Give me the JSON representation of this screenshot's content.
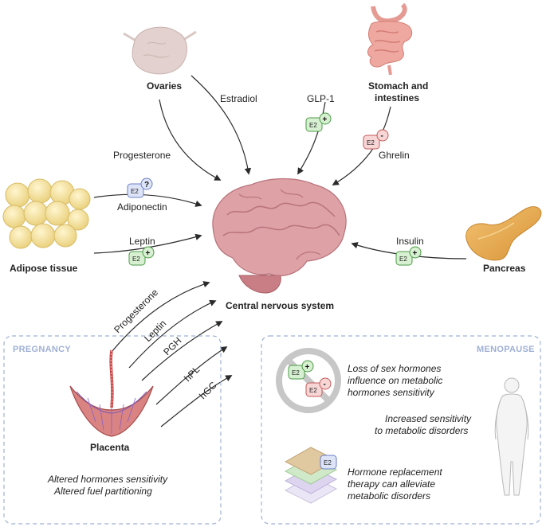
{
  "organs": {
    "ovaries": "Ovaries",
    "stomach_line1": "Stomach and",
    "stomach_line2": "intestines",
    "adipose": "Adipose tissue",
    "pancreas": "Pancreas",
    "cns": "Central nervous system",
    "placenta": "Placenta"
  },
  "hormones": {
    "estradiol": "Estradiol",
    "glp1": "GLP-1",
    "progesterone_top": "Progesterone",
    "ghrelin": "Ghrelin",
    "adiponectin": "Adiponectin",
    "leptin_left": "Leptin",
    "insulin": "Insulin",
    "progesterone_placenta": "Progesterone",
    "leptin_placenta": "Leptin",
    "pgh": "PGH",
    "hpl": "hPL",
    "hgc": "hGC"
  },
  "badges": {
    "e2": "E2",
    "plus": "+",
    "minus": "-",
    "question": "?"
  },
  "sections": {
    "pregnancy": "PREGNANCY",
    "menopause": "MENOPAUSE"
  },
  "notes": {
    "pregnancy_line1": "Altered hormones sensitivity",
    "pregnancy_line2": "Altered fuel partitioning",
    "loss_line1": "Loss of sex hormones",
    "loss_line2": "influence on metabolic",
    "loss_line3": "hormones sensitivity",
    "increased_line1": "Increased sensitivity",
    "increased_line2": "to metabolic disorders",
    "hrt_line1": "Hormone replacement",
    "hrt_line2": "therapy can alleviate",
    "hrt_line3": "metabolic disorders"
  },
  "colors": {
    "arrow": "#2b2b2b",
    "box_border": "#9fb0d6",
    "green_fill": "#d8f0d2",
    "green_stroke": "#4a9a45",
    "red_fill": "#f8d6d6",
    "red_stroke": "#c55a5a",
    "blue_fill": "#dde4f8",
    "blue_stroke": "#6d7fc4",
    "brain": "#d8959a",
    "placenta": "#c77070"
  }
}
